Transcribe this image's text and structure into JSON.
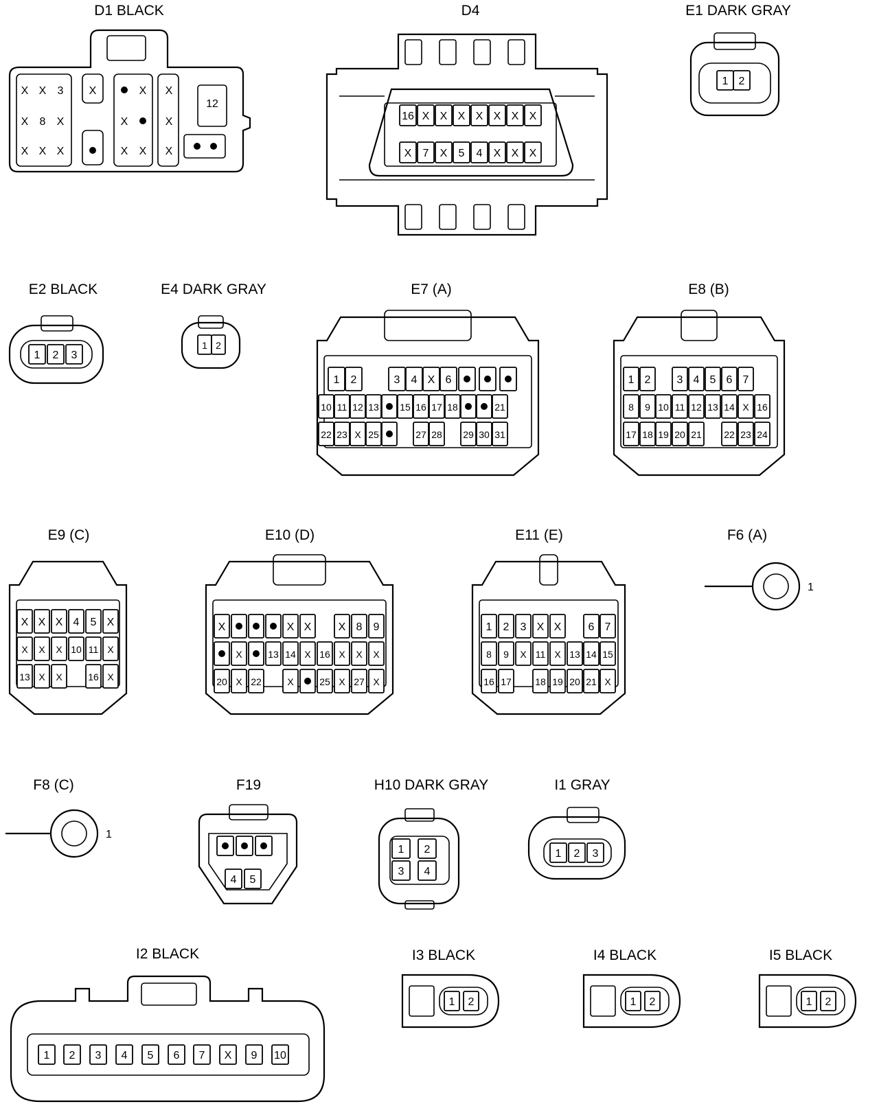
{
  "colors": {
    "line": "#000000",
    "background": "#ffffff"
  },
  "connectors": [
    {
      "id": "D1",
      "title": "D1  BLACK",
      "pins": [
        "X",
        "X",
        "3",
        "X",
        "•",
        "X",
        "X",
        "X",
        "8",
        "X",
        "X",
        "•",
        "X",
        "12",
        "X",
        "X",
        "X",
        "•",
        "X",
        "X",
        "X",
        "•",
        "•"
      ]
    },
    {
      "id": "D4",
      "title": "D4",
      "pins": [
        "16",
        "X",
        "X",
        "X",
        "X",
        "X",
        "X",
        "X",
        "X",
        "7",
        "X",
        "5",
        "4",
        "X",
        "X",
        "X"
      ]
    },
    {
      "id": "E1",
      "title": "E1  DARK GRAY",
      "pins": [
        "1",
        "2"
      ]
    },
    {
      "id": "E2",
      "title": "E2  BLACK",
      "pins": [
        "1",
        "2",
        "3"
      ]
    },
    {
      "id": "E4",
      "title": "E4  DARK GRAY",
      "pins": [
        "1",
        "2"
      ]
    },
    {
      "id": "E7",
      "title": "E7 (A)",
      "pins": [
        "1",
        "2",
        "3",
        "4",
        "X",
        "6",
        "•",
        "•",
        "•",
        "10",
        "11",
        "12",
        "13",
        "•",
        "15",
        "16",
        "17",
        "18",
        "•",
        "•",
        "21",
        "22",
        "23",
        "X",
        "25",
        "•",
        "27",
        "28",
        "29",
        "30",
        "31"
      ]
    },
    {
      "id": "E8",
      "title": "E8 (B)",
      "pins": [
        "1",
        "2",
        "3",
        "4",
        "5",
        "6",
        "7",
        "8",
        "9",
        "10",
        "11",
        "12",
        "13",
        "14",
        "X",
        "16",
        "17",
        "18",
        "19",
        "20",
        "21",
        "22",
        "23",
        "24"
      ]
    },
    {
      "id": "E9",
      "title": "E9 (C)",
      "pins": [
        "X",
        "X",
        "X",
        "4",
        "5",
        "X",
        "X",
        "X",
        "X",
        "10",
        "11",
        "X",
        "13",
        "X",
        "X",
        "16",
        "X"
      ]
    },
    {
      "id": "E10",
      "title": "E10 (D)",
      "pins": [
        "X",
        "•",
        "•",
        "•",
        "X",
        "X",
        "X",
        "8",
        "9",
        "•",
        "X",
        "•",
        "13",
        "14",
        "X",
        "16",
        "X",
        "X",
        "X",
        "20",
        "X",
        "22",
        "X",
        "•",
        "25",
        "X",
        "27",
        "X"
      ]
    },
    {
      "id": "E11",
      "title": "E11 (E)",
      "pins": [
        "1",
        "2",
        "3",
        "X",
        "X",
        "6",
        "7",
        "8",
        "9",
        "X",
        "11",
        "X",
        "13",
        "14",
        "15",
        "16",
        "17",
        "18",
        "19",
        "20",
        "21",
        "X"
      ]
    },
    {
      "id": "F6",
      "title": "F6 (A)",
      "pins": [
        "1"
      ]
    },
    {
      "id": "F8",
      "title": "F8 (C)",
      "pins": [
        "1"
      ]
    },
    {
      "id": "F19",
      "title": "F19",
      "pins": [
        "•",
        "•",
        "•",
        "4",
        "5"
      ]
    },
    {
      "id": "H10",
      "title": "H10  DARK GRAY",
      "pins": [
        "1",
        "2",
        "3",
        "4"
      ]
    },
    {
      "id": "I1",
      "title": "I1  GRAY",
      "pins": [
        "1",
        "2",
        "3"
      ]
    },
    {
      "id": "I2",
      "title": "I2  BLACK",
      "pins": [
        "1",
        "2",
        "3",
        "4",
        "5",
        "6",
        "7",
        "X",
        "9",
        "10"
      ]
    },
    {
      "id": "I3",
      "title": "I3  BLACK",
      "pins": [
        "1",
        "2"
      ]
    },
    {
      "id": "I4",
      "title": "I4  BLACK",
      "pins": [
        "1",
        "2"
      ]
    },
    {
      "id": "I5",
      "title": "I5  BLACK",
      "pins": [
        "1",
        "2"
      ]
    }
  ]
}
